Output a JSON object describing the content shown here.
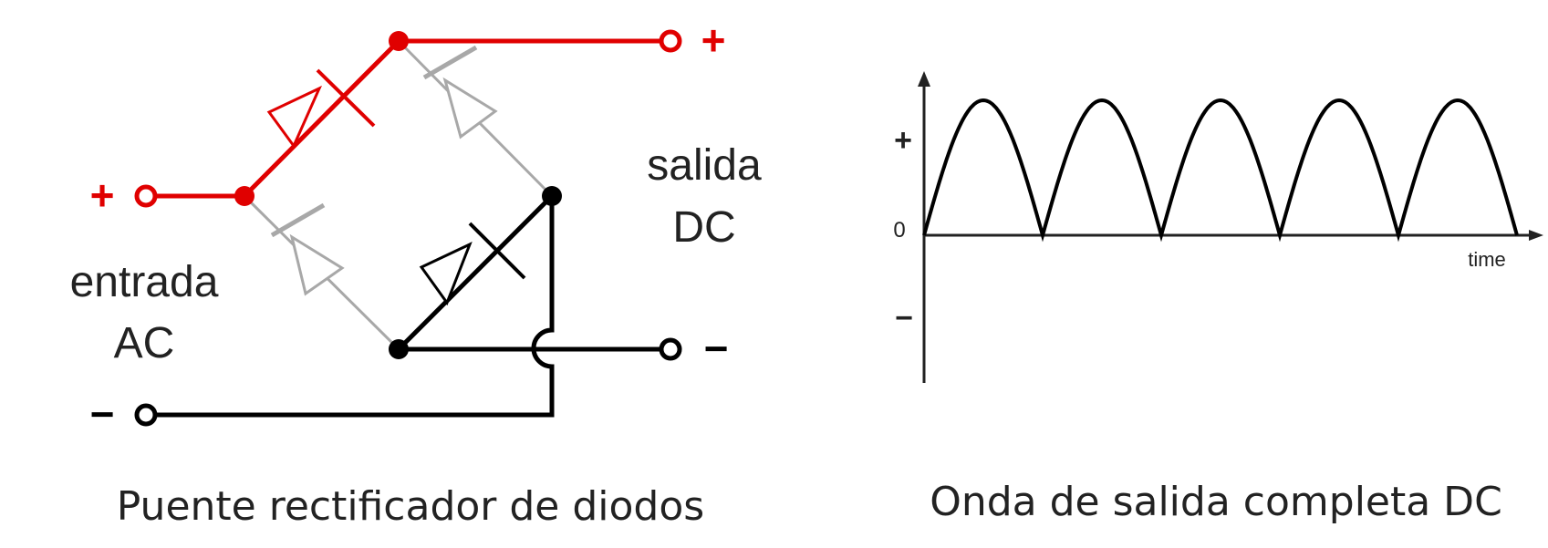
{
  "circuit": {
    "input_label_line1": "entrada",
    "input_label_line2": "AC",
    "output_label_line1": "salida",
    "output_label_line2": "DC",
    "input_plus": "+",
    "input_minus": "−",
    "output_plus": "+",
    "output_minus": "−",
    "caption": "Puente rectificador de diodos",
    "colors": {
      "active": "#e00000",
      "inactive": "#a8a8a8",
      "wire": "#000000"
    }
  },
  "waveform": {
    "plus_label": "+",
    "zero_label": "0",
    "minus_label": "−",
    "x_label": "time",
    "cycles": 5,
    "caption": "Onda de salida completa DC"
  }
}
